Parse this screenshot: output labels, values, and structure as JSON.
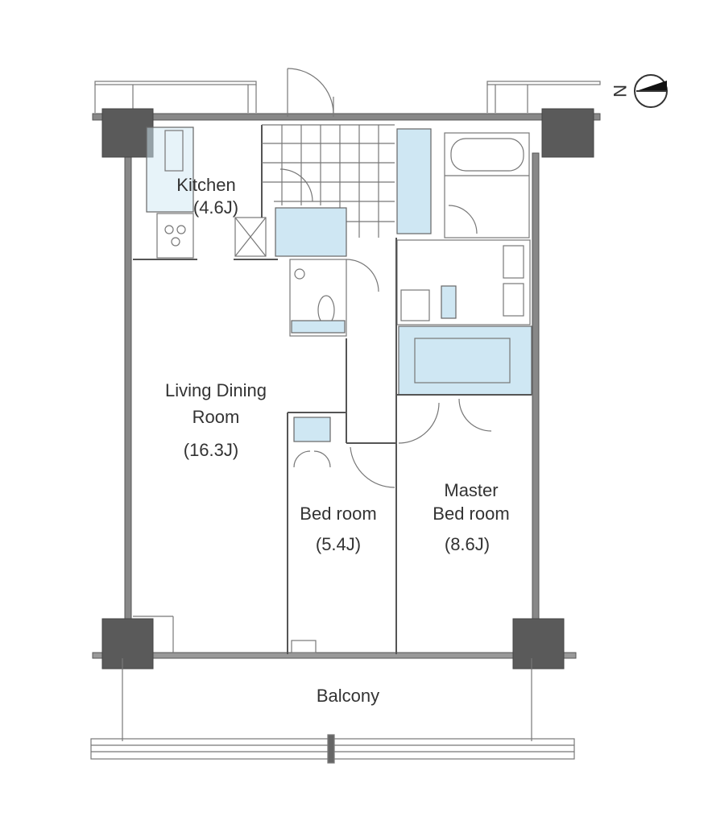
{
  "plan": {
    "compass_letter": "N",
    "rooms": {
      "kitchen": {
        "name": "Kitchen",
        "size": "(4.6J)"
      },
      "living": {
        "name_line1": "Living Dining",
        "name_line2": "Room",
        "size": "(16.3J)"
      },
      "bedroom": {
        "name": "Bed room",
        "size": "(5.4J)"
      },
      "master": {
        "name_line1": "Master",
        "name_line2": "Bed room",
        "size": "(8.6J)"
      },
      "balcony": {
        "name": "Balcony"
      }
    }
  },
  "colors": {
    "fixture": "#cfe7f3",
    "column": "#5a5a5a",
    "wall": "#555555"
  }
}
